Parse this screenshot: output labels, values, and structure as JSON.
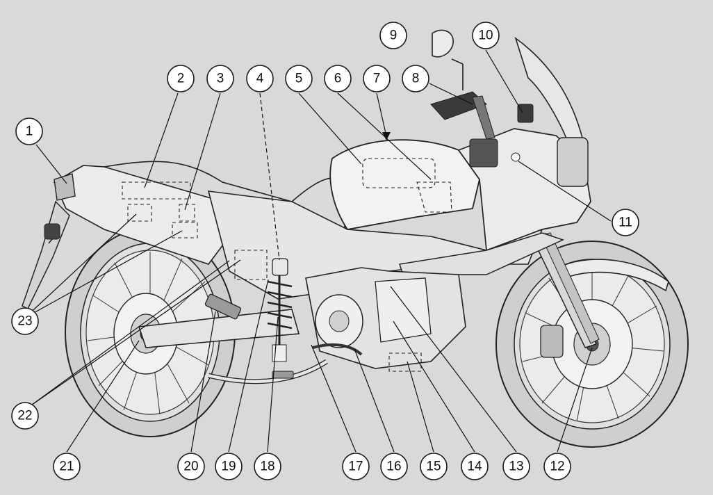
{
  "diagram": {
    "colors": {
      "background": "#d9d9d9",
      "body_panel": "#ebebeb",
      "tank": "#f2f2f2",
      "dark_part": "#3a3a3a",
      "tire": "#cfcfcf",
      "outline": "#222222"
    },
    "callouts": [
      {
        "id": "1"
      },
      {
        "id": "2"
      },
      {
        "id": "3"
      },
      {
        "id": "4"
      },
      {
        "id": "5"
      },
      {
        "id": "6"
      },
      {
        "id": "7"
      },
      {
        "id": "8"
      },
      {
        "id": "9"
      },
      {
        "id": "10"
      },
      {
        "id": "11"
      },
      {
        "id": "12"
      },
      {
        "id": "13"
      },
      {
        "id": "14"
      },
      {
        "id": "15"
      },
      {
        "id": "16"
      },
      {
        "id": "17"
      },
      {
        "id": "18"
      },
      {
        "id": "19"
      },
      {
        "id": "20"
      },
      {
        "id": "21"
      },
      {
        "id": "22"
      },
      {
        "id": "23"
      }
    ]
  }
}
